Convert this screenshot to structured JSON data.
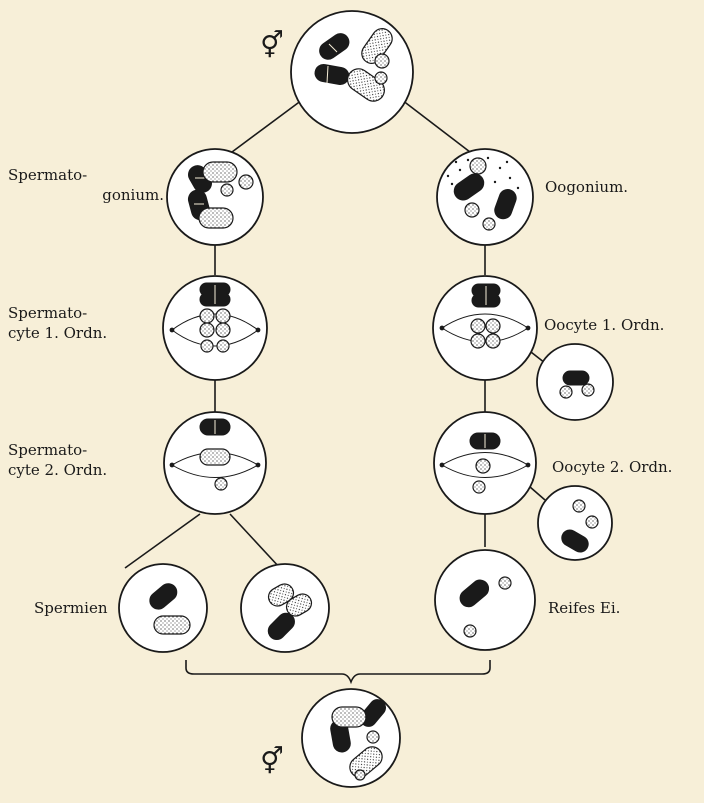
{
  "symbols": {
    "top": "⚥",
    "bottom": "⚥"
  },
  "labels": {
    "spermatogonium_1": "Spermato-",
    "spermatogonium_2": "gonium.",
    "spermatocyte1_1": "Spermato-",
    "spermatocyte1_2": "cyte 1. Ordn.",
    "spermatocyte2_1": "Spermato-",
    "spermatocyte2_2": "cyte 2. Ordn.",
    "spermien": "Spermien",
    "oogonium": "Oogonium.",
    "oocyte1": "Oocyte 1. Ordn.",
    "oocyte2": "Oocyte 2. Ordn.",
    "reifes_ei": "Reifes Ei."
  },
  "colors": {
    "ink": "#1a1a1a",
    "paper": "#f7efd8"
  }
}
